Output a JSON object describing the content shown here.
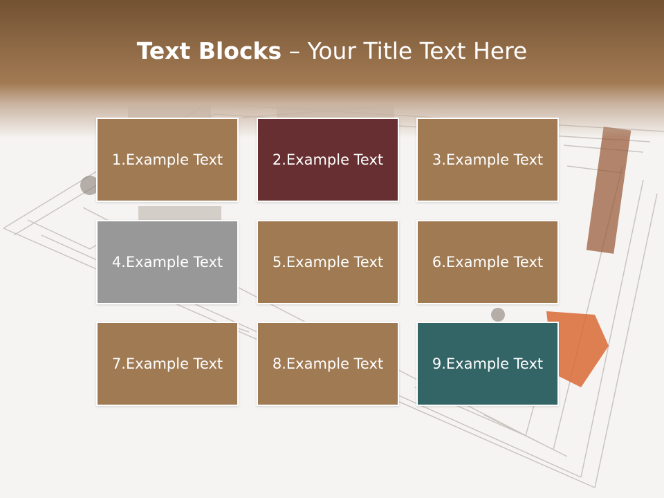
{
  "slide": {
    "title_bold": "Text Blocks",
    "title_dash": " – ",
    "title_rest": "Your Title Text Here"
  },
  "blocks": [
    {
      "label": "1.Example Text",
      "color": "#a07a52"
    },
    {
      "label": "2.Example Text",
      "color": "#672f31"
    },
    {
      "label": "3.Example Text",
      "color": "#a07a52"
    },
    {
      "label": "4.Example Text",
      "color": "#989898"
    },
    {
      "label": "5.Example Text",
      "color": "#a07a52"
    },
    {
      "label": "6.Example Text",
      "color": "#a07a52"
    },
    {
      "label": "7.Example Text",
      "color": "#a07a52"
    },
    {
      "label": "8.Example Text",
      "color": "#a07a52"
    },
    {
      "label": "9.Example Text",
      "color": "#336466"
    }
  ],
  "colors": {
    "header_dark": "#725232",
    "header_mid": "#a27a52",
    "background": "#f6f4f2"
  }
}
